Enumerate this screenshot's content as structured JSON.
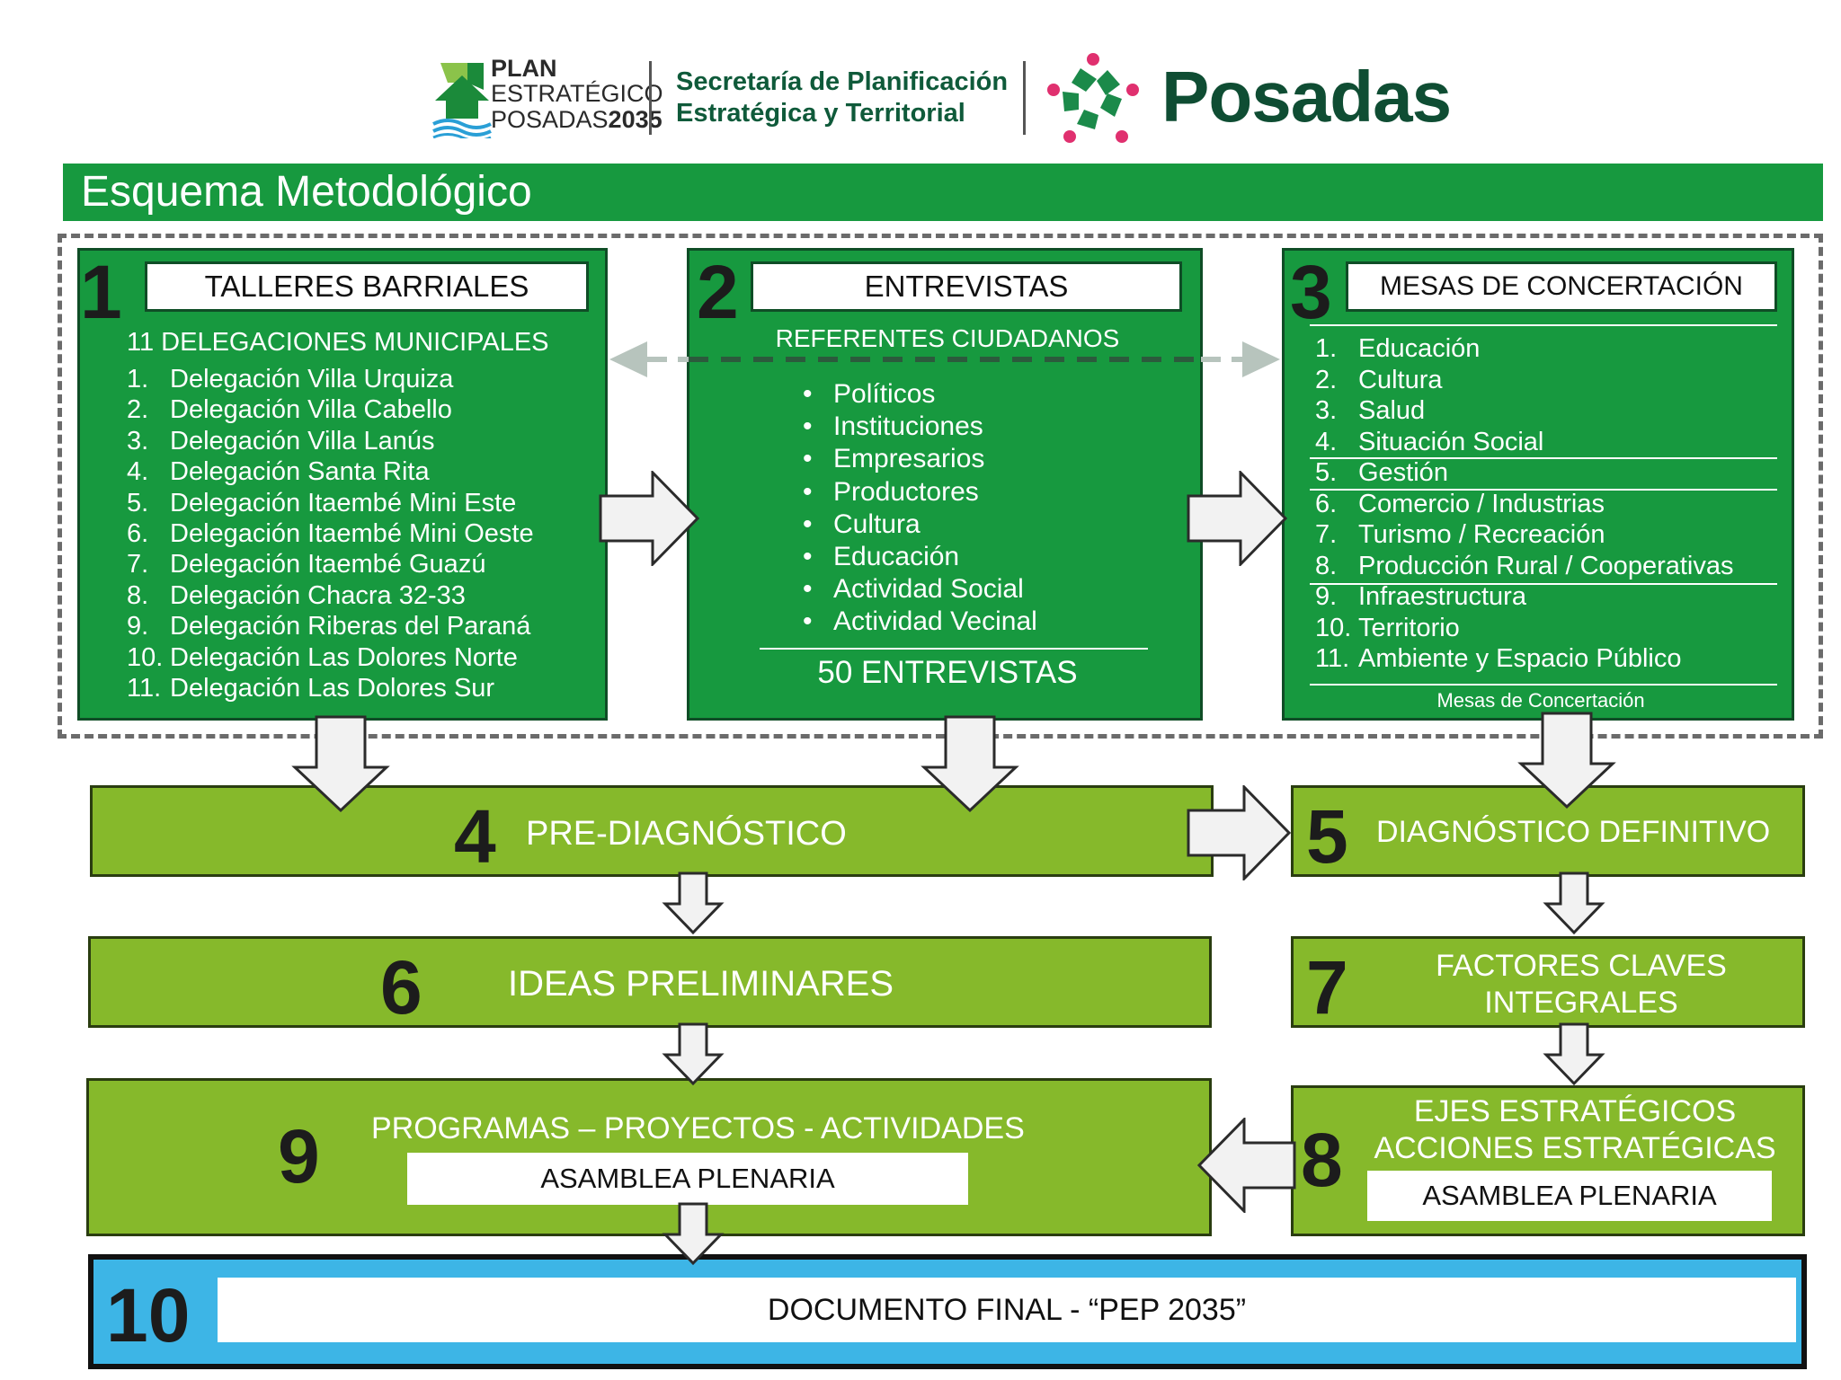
{
  "header": {
    "plan_logo": {
      "line1": "PLAN",
      "line2": "ESTRATÉGICO",
      "line3": "POSADAS",
      "line3_year": "2035"
    },
    "secretaria": {
      "line1": "Secretaría de Planificación",
      "line2": "Estratégica y Territorial"
    },
    "brand": "Posadas"
  },
  "title": "Esquema Metodológico",
  "step1": {
    "number": "1",
    "label": "TALLERES BARRIALES",
    "subtitle": "11 DELEGACIONES MUNICIPALES",
    "items": [
      {
        "n": "1.",
        "t": "Delegación Villa Urquiza"
      },
      {
        "n": "2.",
        "t": "Delegación Villa Cabello"
      },
      {
        "n": "3.",
        "t": "Delegación Villa Lanús"
      },
      {
        "n": "4.",
        "t": "Delegación Santa Rita"
      },
      {
        "n": "5.",
        "t": "Delegación Itaembé Mini Este"
      },
      {
        "n": "6.",
        "t": "Delegación Itaembé Mini Oeste"
      },
      {
        "n": "7.",
        "t": "Delegación Itaembé Guazú"
      },
      {
        "n": "8.",
        "t": "Delegación Chacra 32-33"
      },
      {
        "n": "9.",
        "t": "Delegación Riberas del Paraná"
      },
      {
        "n": "10.",
        "t": "Delegación Las Dolores Norte"
      },
      {
        "n": "11.",
        "t": "Delegación Las Dolores Sur"
      }
    ]
  },
  "step2": {
    "number": "2",
    "label": "ENTREVISTAS",
    "subtitle": "REFERENTES CIUDADANOS",
    "bullet": "•",
    "items": [
      "Políticos",
      "Instituciones",
      "Empresarios",
      "Productores",
      "Cultura",
      "Educación",
      "Actividad Social",
      "Actividad Vecinal"
    ],
    "footer": "50 ENTREVISTAS"
  },
  "step3": {
    "number": "3",
    "label": "MESAS DE CONCERTACIÓN",
    "items": [
      {
        "n": "1.",
        "t": "Educación"
      },
      {
        "n": "2.",
        "t": "Cultura"
      },
      {
        "n": "3.",
        "t": "Salud"
      },
      {
        "n": "4.",
        "t": "Situación Social"
      },
      {
        "n": "5.",
        "t": "Gestión"
      },
      {
        "n": "6.",
        "t": "Comercio / Industrias"
      },
      {
        "n": "7.",
        "t": "Turismo / Recreación"
      },
      {
        "n": "8.",
        "t": "Producción Rural / Cooperativas"
      },
      {
        "n": "9.",
        "t": "Infraestructura"
      },
      {
        "n": "10.",
        "t": "Territorio"
      },
      {
        "n": "11.",
        "t": "Ambiente y Espacio Público"
      }
    ],
    "footer": "Mesas de Concertación"
  },
  "step4": {
    "number": "4",
    "label": "PRE-DIAGNÓSTICO"
  },
  "step5": {
    "number": "5",
    "label": "DIAGNÓSTICO DEFINITIVO"
  },
  "step6": {
    "number": "6",
    "label": "IDEAS PRELIMINARES"
  },
  "step7": {
    "number": "7",
    "label_line1": "FACTORES CLAVES",
    "label_line2": "INTEGRALES"
  },
  "step8": {
    "number": "8",
    "label_line1": "EJES ESTRATÉGICOS",
    "label_line2": "ACCIONES ESTRATÉGICAS",
    "tag": "ASAMBLEA PLENARIA"
  },
  "step9": {
    "number": "9",
    "label": "PROGRAMAS – PROYECTOS - ACTIVIDADES",
    "tag": "ASAMBLEA PLENARIA"
  },
  "step10": {
    "number": "10",
    "label": "DOCUMENTO FINAL  -  “PEP 2035”"
  },
  "colors": {
    "dark_green": "#17993f",
    "light_green": "#86b92b",
    "blue": "#3db5e6",
    "arrow_fill": "#f2f2f2",
    "dashed_arrow": "#b7c4bd"
  }
}
